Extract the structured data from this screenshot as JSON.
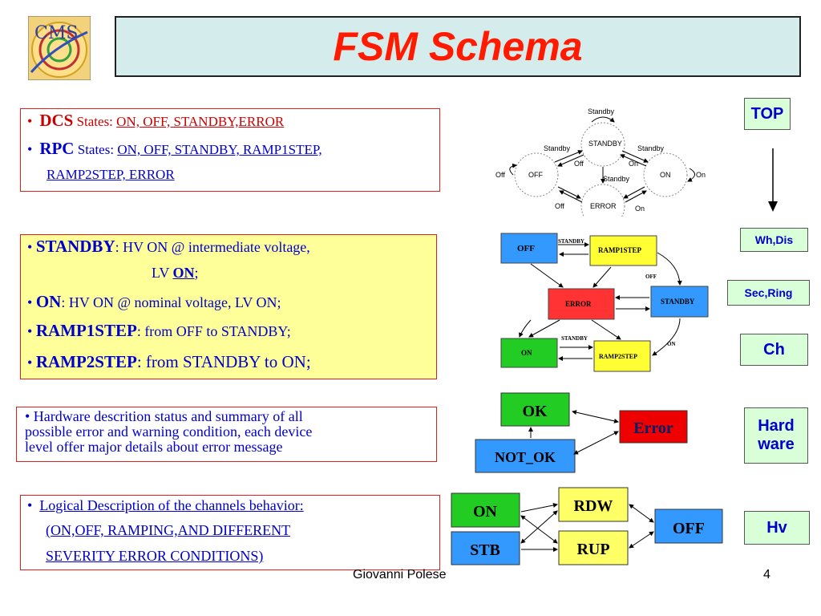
{
  "logo": {
    "text": "CMS"
  },
  "title": "FSM Schema",
  "box1": {
    "l1_bullet": "•",
    "l1_bold": "DCS",
    "l1_label": " States: ",
    "l1_value": "ON, OFF, STANDBY,ERROR",
    "l2_bullet": "•",
    "l2_bold": "RPC",
    "l2_label": " States: ",
    "l2_value": "ON, OFF, STANDBY, RAMP1STEP,",
    "l3_value": " RAMP2STEP, ERROR"
  },
  "box2": {
    "standby_label": "STANDBY",
    "standby_text": ": HV ON @ intermediate voltage,",
    "standby_lv": "LV ",
    "standby_on": "ON",
    "standby_semicolon": ";",
    "on_label": "ON",
    "on_text": ": HV ON @ nominal voltage, LV ON;",
    "r1_label": "RAMP1STEP",
    "r1_text": ": from OFF to STANDBY;",
    "r2_label": "RAMP2STEP",
    "r2_text": ": from STANDBY to ON;"
  },
  "box3": {
    "l1": "•  Hardware descrition status and summary of all",
    "l2": "possible error and warning condition, each device",
    "l3": "level offer major details about error message"
  },
  "box4": {
    "l1": "Logical Description of the channels behavior:",
    "l2": "(ON,OFF, RAMPING,AND DIFFERENT",
    "l3": "SEVERITY ERROR CONDITIONS)"
  },
  "diagram1": {
    "standby": "STANDBY",
    "off": "OFF",
    "on": "ON",
    "error": "ERROR",
    "lbl_standby_top": "Standby",
    "lbl_standby_left": "Standby",
    "lbl_standby_right": "Standby",
    "lbl_standby_mid": "Standby",
    "lbl_off_left": "Off",
    "lbl_off_top": "Off",
    "lbl_on_top": "On",
    "lbl_on_right": "On",
    "lbl_off_bottom": "Off",
    "lbl_on_bottom": "On"
  },
  "diagram2": {
    "off": "OFF",
    "ramp1": "RAMP1STEP",
    "error": "ERROR",
    "standby": "STANDBY",
    "on": "ON",
    "ramp2": "RAMP2STEP",
    "lbl_standby1": "STANDBY",
    "lbl_off": "OFF",
    "lbl_standby2": "STANDBY",
    "lbl_on": "ON"
  },
  "diagram3": {
    "ok": "OK",
    "error": "Error",
    "not_ok": "NOT_OK"
  },
  "diagram4": {
    "on": "ON",
    "stb": "STB",
    "rdw": "RDW",
    "rup": "RUP",
    "off": "OFF"
  },
  "hierarchy": {
    "top": "TOP",
    "whdis": "Wh,Dis",
    "secring": "Sec,Ring",
    "ch": "Ch",
    "hardware_l1": "Hard",
    "hardware_l2": "ware",
    "hv": "Hv"
  },
  "footer": {
    "author": "Giovanni Polese",
    "page": "4"
  }
}
